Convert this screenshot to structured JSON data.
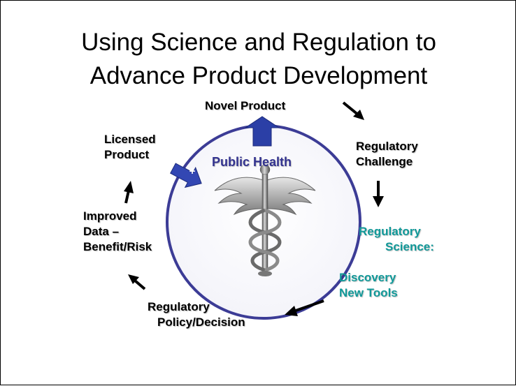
{
  "title": {
    "line1": "Using Science and Regulation to",
    "line2": "Advance Product Development"
  },
  "center": {
    "label": "Public Health",
    "symbol": "caduceus-icon"
  },
  "cycle": {
    "novel_product": "Novel Product",
    "regulatory_challenge": [
      "Regulatory",
      "Challenge"
    ],
    "regulatory_science": [
      "Regulatory",
      "Science:"
    ],
    "discovery_tools": [
      "Discovery",
      "New Tools"
    ],
    "regulatory_policy": [
      "Regulatory",
      "Policy/Decision"
    ],
    "improved_data": [
      "Improved",
      "Data –",
      "Benefit/Risk"
    ],
    "licensed_product": [
      "Licensed",
      "Product"
    ]
  },
  "plus_arrow_label": "+",
  "colors": {
    "circle_stroke": "#3c3c96",
    "up_arrow": "#2b3fa6",
    "plus_arrow": "#3347b3",
    "teal_text": "#119999",
    "public_health_text": "#33338f"
  }
}
